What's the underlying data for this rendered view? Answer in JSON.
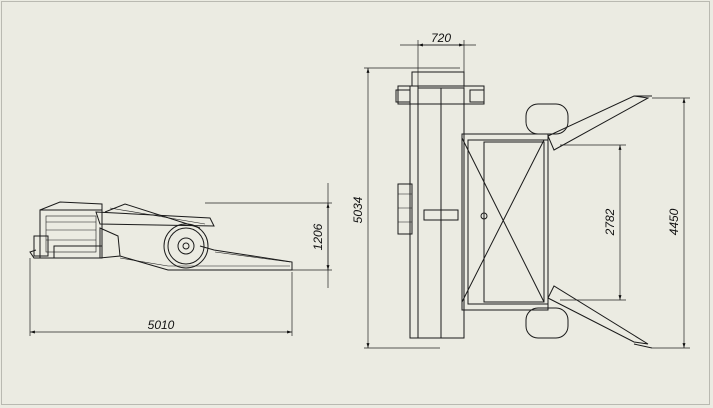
{
  "drawing": {
    "side_view": {
      "length_label": "5010",
      "height_label": "1206"
    },
    "top_view": {
      "overall_length_label": "5034",
      "top_width_label": "720",
      "hopper_span_label": "2782",
      "arm_span_label": "4450"
    }
  },
  "colors": {
    "background": "#ebebe2",
    "line": "#1a1a1a"
  }
}
